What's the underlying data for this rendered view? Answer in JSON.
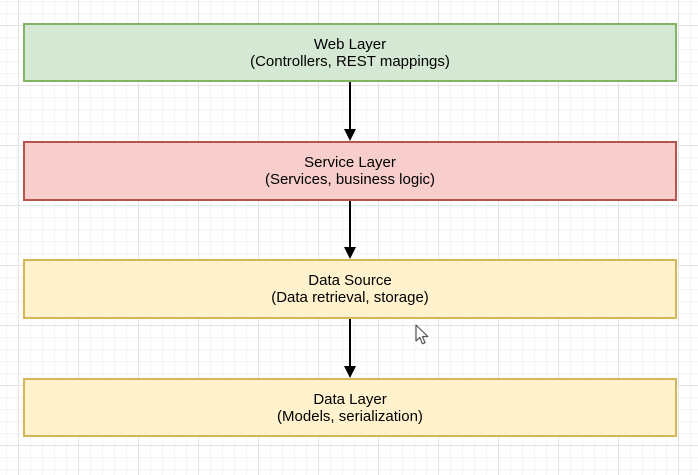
{
  "canvas": {
    "background": "#ffffff",
    "grid_minor_color": "#f4f4f4",
    "grid_major_color": "#e3e3e3"
  },
  "diagram": {
    "nodes": [
      {
        "title": "Web Layer",
        "subtitle": "(Controllers, REST mappings)",
        "fill": "#d5e8d4",
        "stroke": "#82b366"
      },
      {
        "title": "Service Layer",
        "subtitle": "(Services, business logic)",
        "fill": "#f8cecc",
        "stroke": "#b85450"
      },
      {
        "title": "Data Source",
        "subtitle": "(Data retrieval, storage)",
        "fill": "#fff2cc",
        "stroke": "#d6b656"
      },
      {
        "title": "Data Layer",
        "subtitle": "(Models, serialization)",
        "fill": "#fff2cc",
        "stroke": "#d6b656"
      }
    ],
    "connectors": [
      {
        "from": "Web Layer",
        "to": "Service Layer",
        "color": "#000000",
        "style": "straight-arrow-down"
      },
      {
        "from": "Service Layer",
        "to": "Data Source",
        "color": "#000000",
        "style": "straight-arrow-down"
      },
      {
        "from": "Data Source",
        "to": "Data Layer",
        "color": "#000000",
        "style": "straight-arrow-down"
      }
    ],
    "text_color": "#000000"
  }
}
